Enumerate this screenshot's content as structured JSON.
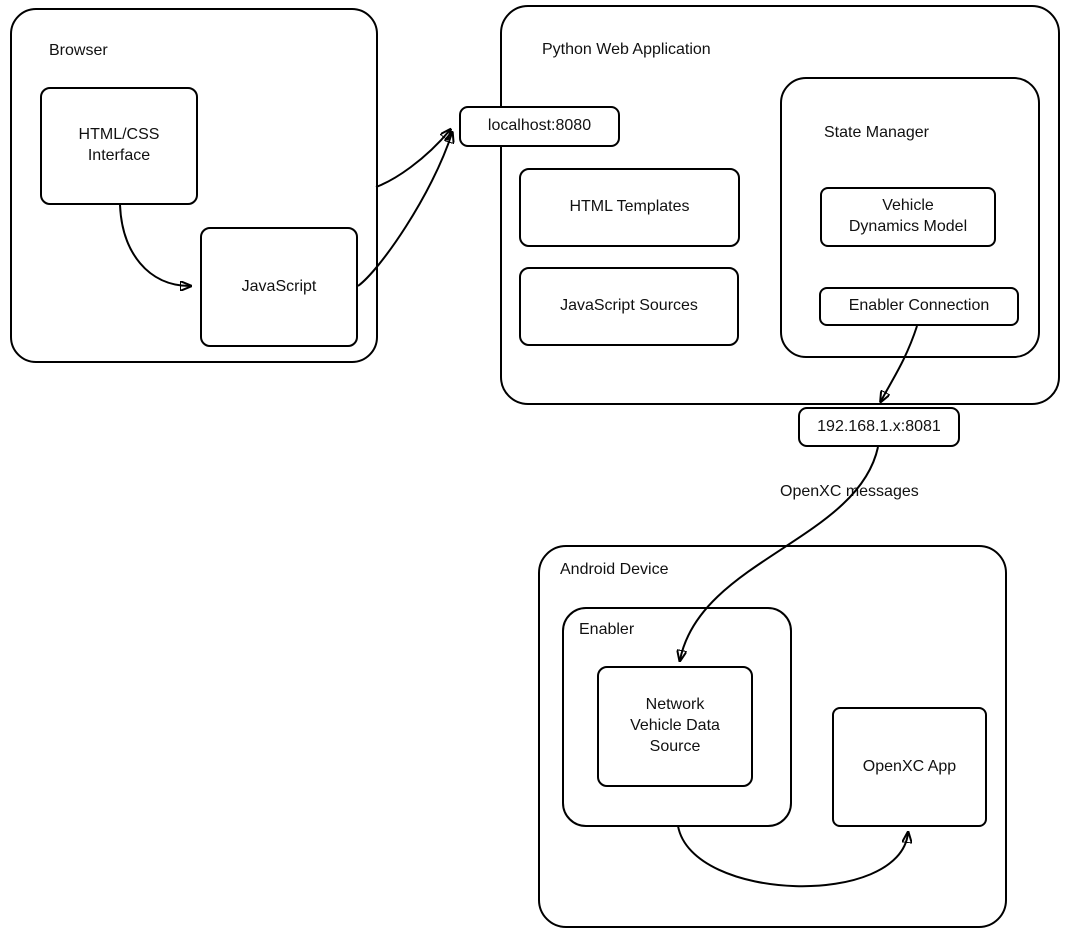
{
  "diagram": {
    "background_color": "#ffffff",
    "line_color": "#000000",
    "browser": {
      "title": "Browser",
      "html_css_interface": "HTML/CSS\nInterface",
      "javascript": "JavaScript"
    },
    "python_web_app": {
      "title": "Python Web Application",
      "localhost_endpoint": "localhost:8080",
      "html_templates": "HTML Templates",
      "javascript_sources": "JavaScript Sources",
      "state_manager": {
        "title": "State Manager",
        "vehicle_dynamics_model": "Vehicle\nDynamics Model",
        "enabler_connection": "Enabler Connection"
      },
      "network_endpoint": "192.168.1.x:8081"
    },
    "android_device": {
      "title": "Android Device",
      "enabler": {
        "title": "Enabler",
        "network_vehicle_data_source": "Network\nVehicle Data\nSource"
      },
      "openxc_app": "OpenXC App"
    },
    "edges": {
      "openxc_messages_label": "OpenXC messages",
      "list": [
        {
          "from": "HTML/CSS Interface",
          "to": "JavaScript"
        },
        {
          "from": "HTML/CSS Interface",
          "to": "localhost:8080"
        },
        {
          "from": "JavaScript",
          "to": "localhost:8080"
        },
        {
          "from": "Enabler Connection",
          "to": "192.168.1.x:8081"
        },
        {
          "from": "192.168.1.x:8081",
          "to": "Network Vehicle Data Source",
          "label": "OpenXC messages"
        },
        {
          "from": "Enabler",
          "to": "OpenXC App"
        }
      ]
    }
  }
}
